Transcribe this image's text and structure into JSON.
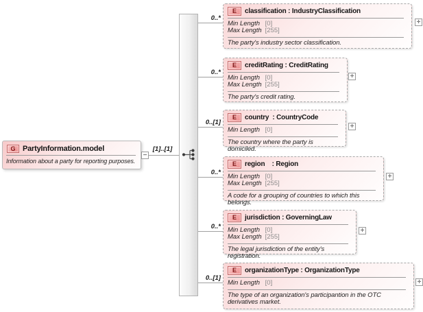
{
  "root": {
    "icon": "G",
    "title": "PartyInformation.model",
    "description": "Information about a party for reporting purposes.",
    "cardinality": "[1]..[1]",
    "collapse_glyph": "−"
  },
  "compositor": {
    "kind": "sequence"
  },
  "colors": {
    "box_pink": "#f9d6d6",
    "icon_border": "#c66a6a",
    "icon_text": "#801818",
    "connector_line": "#a0a0a0",
    "bar_fill": "#dadada",
    "facet_value_gray": "#8a8a8a"
  },
  "elements": [
    {
      "icon": "E",
      "title": "classification : IndustryClassification",
      "cardinality": "0..*",
      "facets": [
        {
          "name": "Min Length",
          "value": "[0]"
        },
        {
          "name": "Max Length",
          "value": "[255]"
        }
      ],
      "description": "The party's industry sector classification.",
      "expand_glyph": "+"
    },
    {
      "icon": "E",
      "title": "creditRating : CreditRating",
      "cardinality": "0..*",
      "facets": [
        {
          "name": "Min Length",
          "value": "[0]"
        },
        {
          "name": "Max Length",
          "value": "[255]"
        }
      ],
      "description": "The party's credit rating.",
      "expand_glyph": "+"
    },
    {
      "icon": "E",
      "title": "country  : CountryCode",
      "cardinality": "0..[1]",
      "facets": [
        {
          "name": "Min Length",
          "value": "[0]"
        }
      ],
      "description": "The country where the party is domiciled.",
      "expand_glyph": "+"
    },
    {
      "icon": "E",
      "title": "region    : Region",
      "cardinality": "0..*",
      "facets": [
        {
          "name": "Min Length",
          "value": "[0]"
        },
        {
          "name": "Max Length",
          "value": "[255]"
        }
      ],
      "description": "A code for a grouping of countries to which this belongs.",
      "expand_glyph": "+"
    },
    {
      "icon": "E",
      "title": "jurisdiction : GoverningLaw",
      "cardinality": "0..*",
      "facets": [
        {
          "name": "Min Length",
          "value": "[0]"
        },
        {
          "name": "Max Length",
          "value": "[255]"
        }
      ],
      "description": "The legal jurisdiction of the entity's registration.",
      "expand_glyph": "+"
    },
    {
      "icon": "E",
      "title": "organizationType : OrganizationType",
      "cardinality": "0..[1]",
      "facets": [
        {
          "name": "Min Length",
          "value": "[0]"
        }
      ],
      "description": "The type of an organization's participantion in the OTC derivatives market.",
      "expand_glyph": "+"
    }
  ]
}
